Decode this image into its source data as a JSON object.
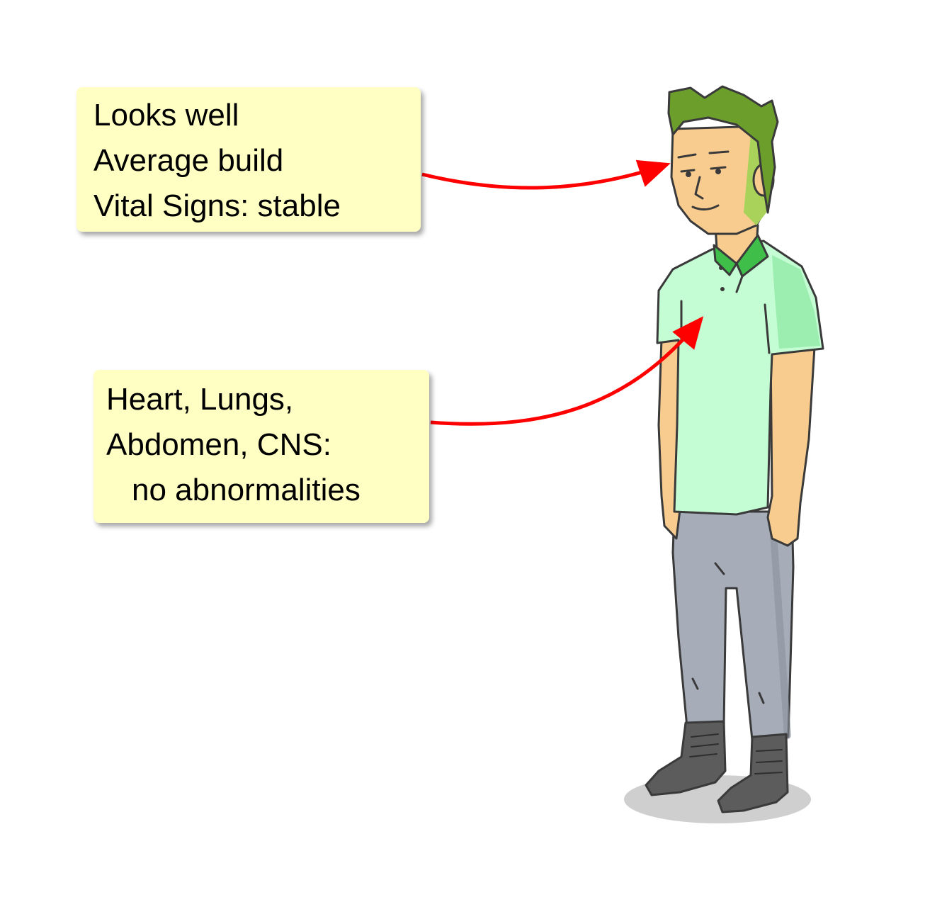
{
  "notes": {
    "general": {
      "lines": [
        "Looks well",
        "Average build",
        "Vital Signs: stable"
      ]
    },
    "systems": {
      "lines": [
        "Heart, Lungs,",
        "Abdomen, CNS:",
        "no abnormalities"
      ]
    }
  },
  "colors": {
    "note_background": "#ffffc4",
    "arrow": "#ff0000",
    "shirt": "#c4fdd4",
    "collar": "#3fbf4a",
    "hair": "#6b9e2a",
    "skin": "#f8cc8f",
    "pants": "#a6adb9",
    "boots": "#5c5c5c",
    "shadow": "#cfcfcf"
  },
  "icons": [
    "standing-person-illustration"
  ]
}
